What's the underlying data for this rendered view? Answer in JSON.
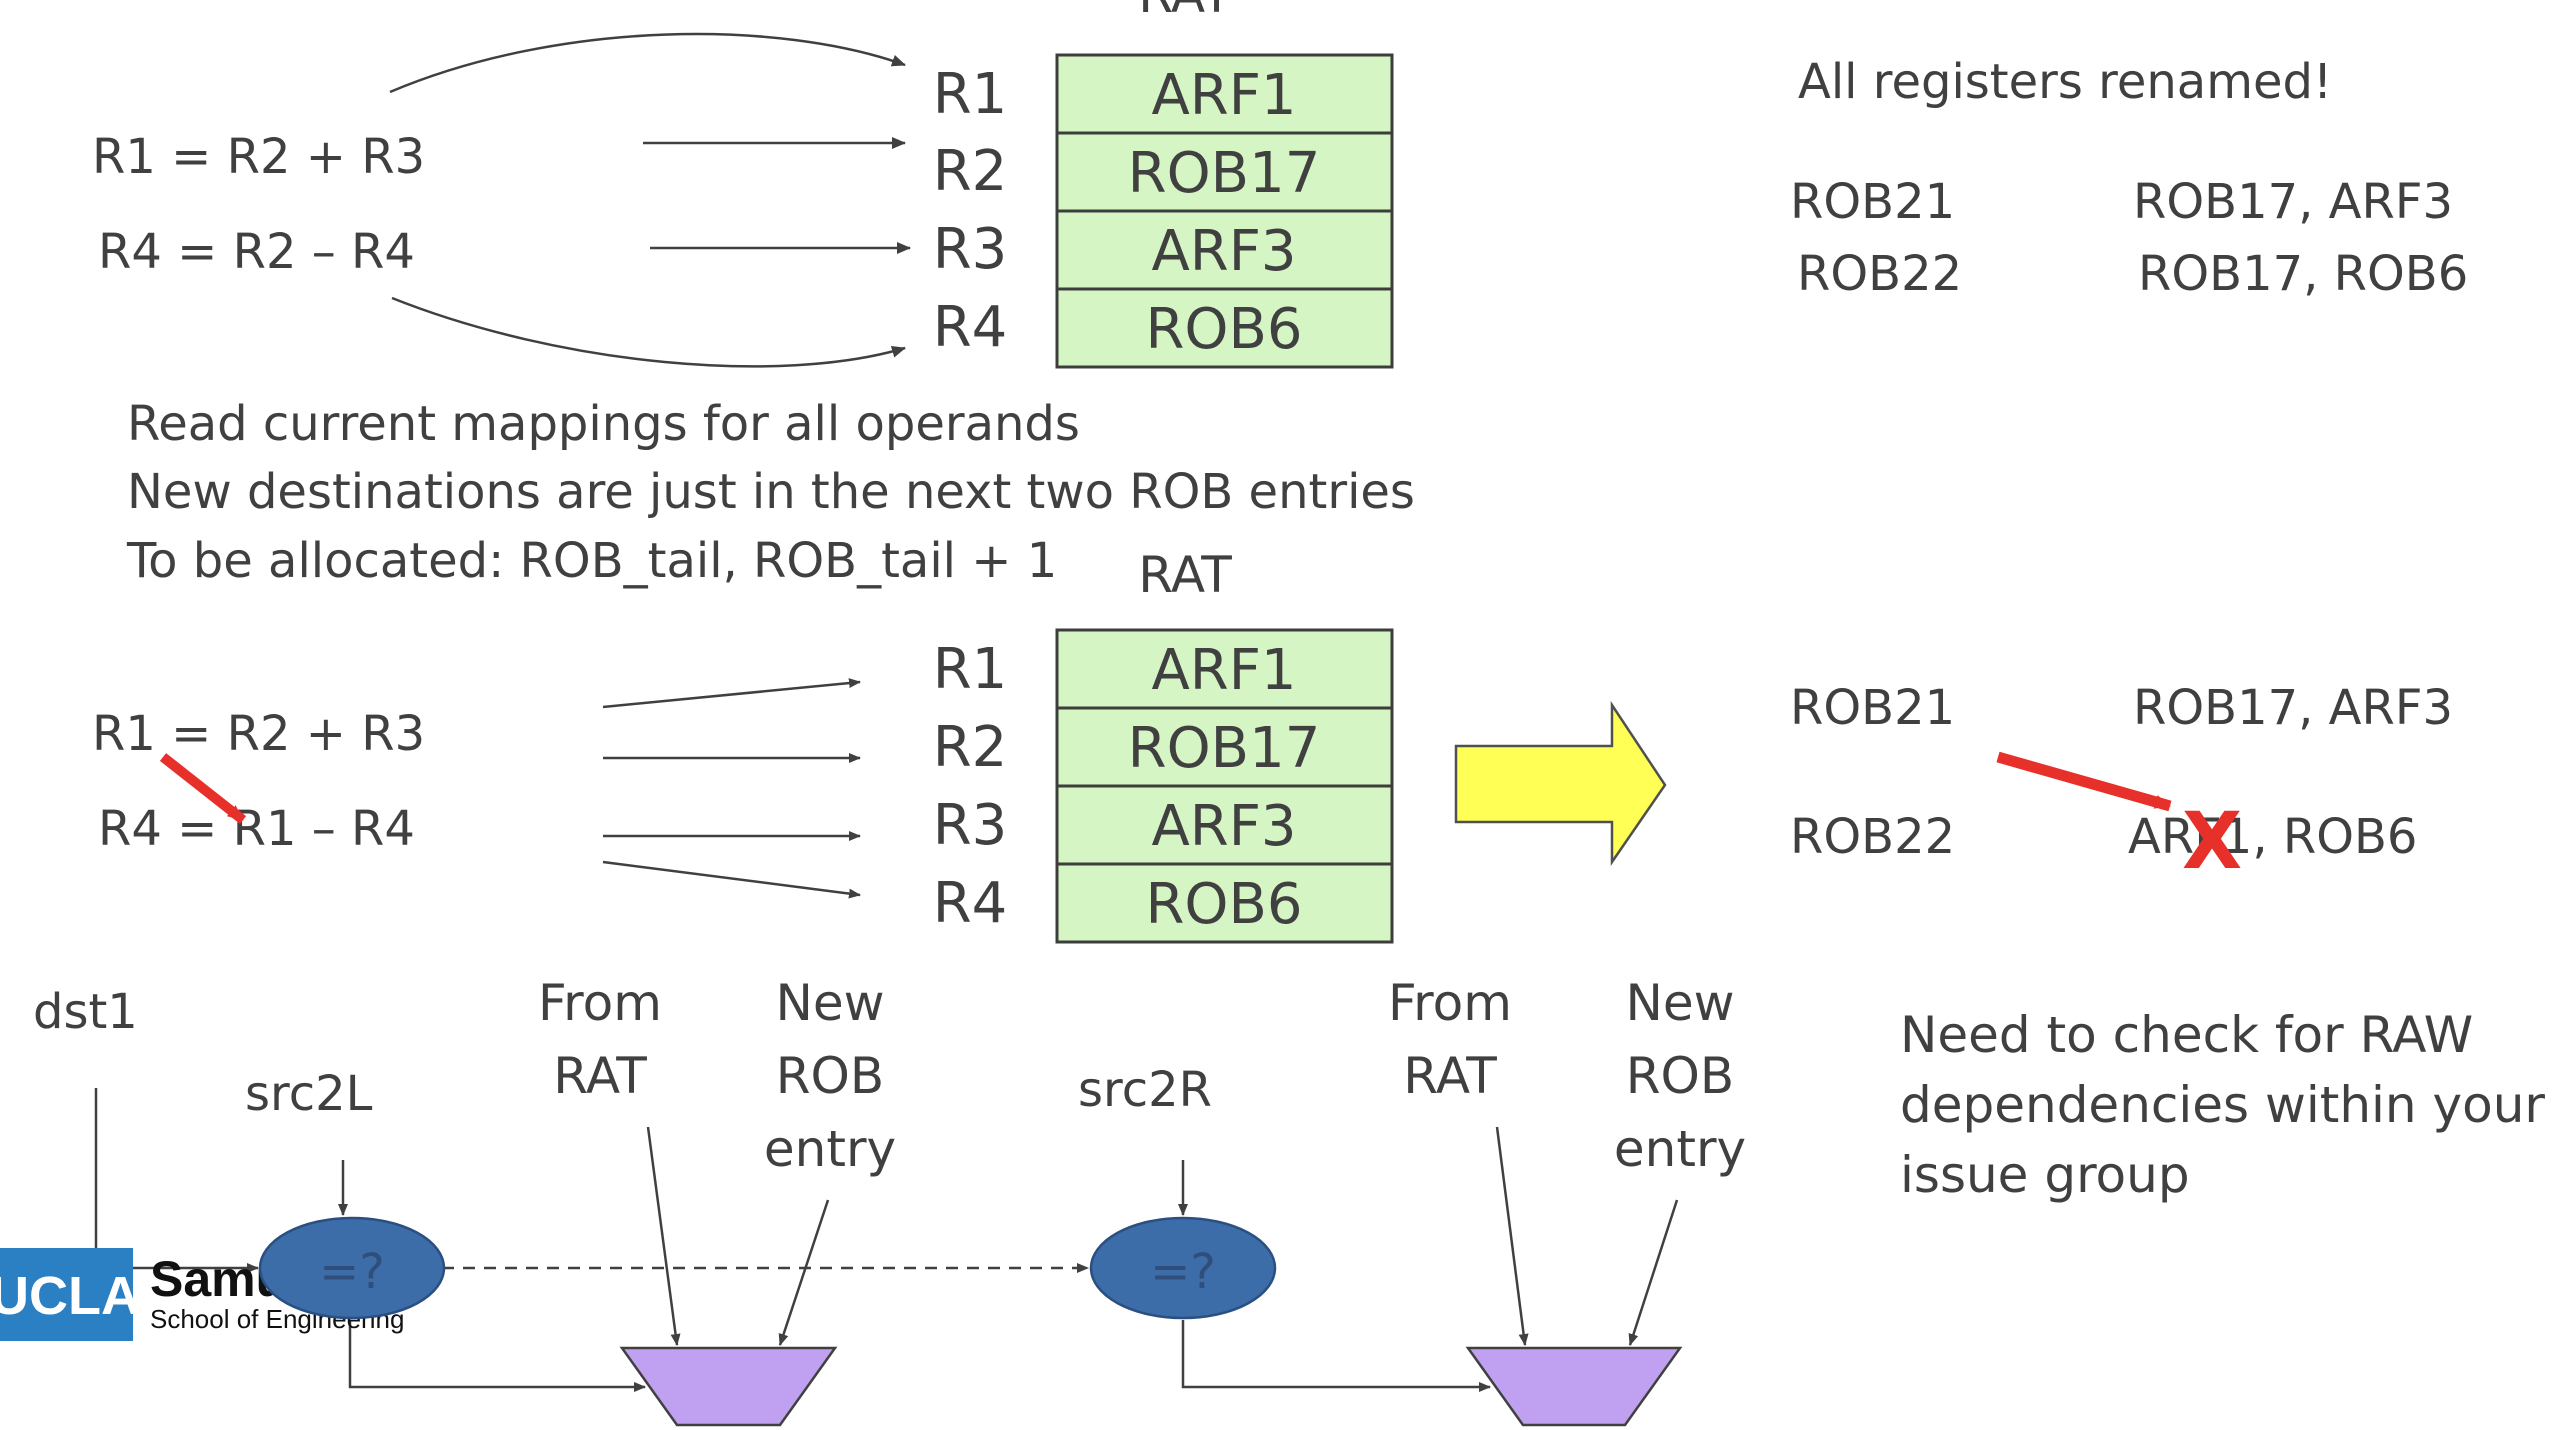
{
  "top": {
    "rat_title": "RAT",
    "eq1": "R1 = R2 + R3",
    "eq2": "R4 = R2 – R4",
    "rat_rows": [
      {
        "reg": "R1",
        "map": "ARF1"
      },
      {
        "reg": "R2",
        "map": "ROB17"
      },
      {
        "reg": "R3",
        "map": "ARF3"
      },
      {
        "reg": "R4",
        "map": "ROB6"
      }
    ],
    "note_lines": [
      "Read current mappings for all operands",
      "New destinations are just in the next two ROB entries",
      "To be allocated: ROB_tail, ROB_tail + 1"
    ],
    "renamed_title": "All registers renamed!",
    "result_rows": [
      {
        "dst": "ROB21",
        "srcs": "ROB17, ARF3"
      },
      {
        "dst": "ROB22",
        "srcs": "ROB17, ROB6"
      }
    ]
  },
  "middle": {
    "rat_title": "RAT",
    "eq1": "R1 = R2 + R3",
    "eq2": "R4 = R1 – R4",
    "rat_rows": [
      {
        "reg": "R1",
        "map": "ARF1"
      },
      {
        "reg": "R2",
        "map": "ROB17"
      },
      {
        "reg": "R3",
        "map": "ARF3"
      },
      {
        "reg": "R4",
        "map": "ROB6"
      }
    ],
    "result_rows": [
      {
        "dst": "ROB21",
        "srcs": "ROB17, ARF3"
      },
      {
        "dst": "ROB22",
        "srcs": "ARF1, ROB6"
      }
    ],
    "cross_mark": "X"
  },
  "bottom": {
    "dst1": "dst1",
    "src2L": "src2L",
    "src2R": "src2R",
    "from_rat": [
      "From",
      "RAT"
    ],
    "new_rob": [
      "New",
      "ROB",
      "entry"
    ],
    "compare_label": "=?",
    "note_lines": [
      "Need to check for RAW",
      "dependencies within your",
      "issue group"
    ]
  },
  "logo": {
    "badge": "UCLA",
    "name": "Samueli",
    "school": "School of Engineering"
  },
  "colors": {
    "cell_fill": "#d5f5c4",
    "oval_fill": "#3d6da8",
    "mux_fill": "#c0a0f0",
    "big_arrow_fill": "#ffff55",
    "red": "#e8302a",
    "ucla_blue": "#2b7fc3"
  }
}
